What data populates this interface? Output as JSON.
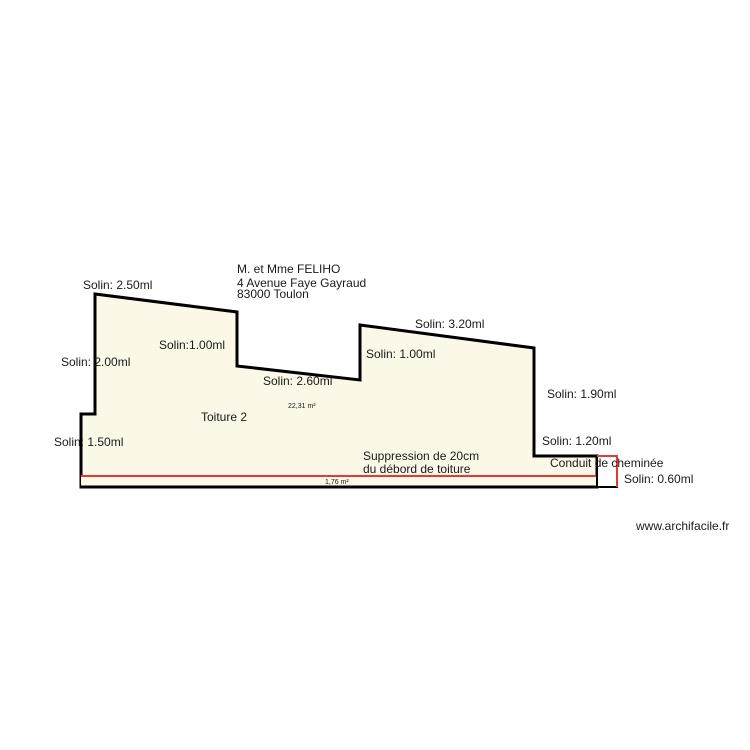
{
  "client": {
    "line1": "M. et Mme FELIHO",
    "line2": "4 Avenue Faye Gayraud",
    "line3": "83000 Toulon"
  },
  "roof": {
    "name": "Toiture 2",
    "area": "22,31 m²",
    "strip_area": "1,76 m²"
  },
  "labels": {
    "solin_top_left": "Solin: 2.50ml",
    "solin_left_upper": "Solin: 2.00ml",
    "solin_left_lower": "Solin: 1.50ml",
    "solin_step_1": "Solin:1.00ml",
    "solin_valley": "Solin: 2.60ml",
    "solin_step_2": "Solin: 1.00ml",
    "solin_top_right": "Solin: 3.20ml",
    "solin_right": "Solin: 1.90ml",
    "solin_step_right": "Solin: 1.20ml",
    "solin_chimney": "Solin: 0.60ml",
    "suppression_line1": "Suppression de 20cm",
    "suppression_line2": "du débord de toiture",
    "chimney": "Conduit de cheminée"
  },
  "footer": {
    "watermark": "www.archifacile.fr"
  },
  "colors": {
    "fill": "#fbf8e8",
    "outline": "#000000",
    "highlight": "#e53935"
  }
}
